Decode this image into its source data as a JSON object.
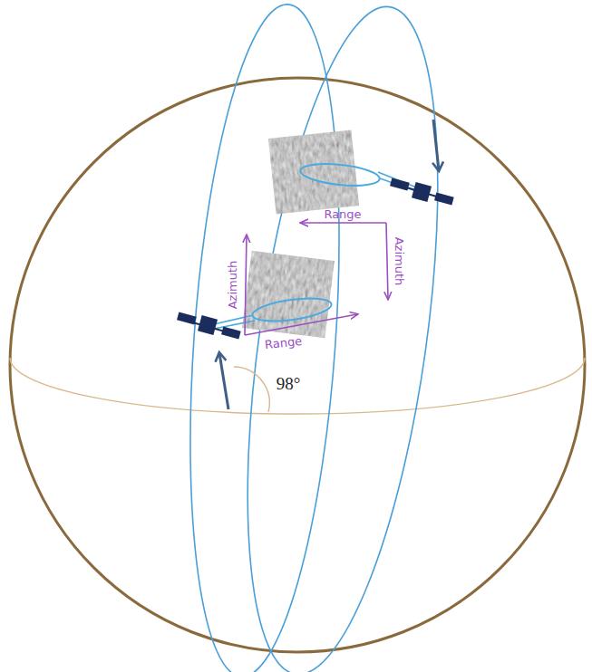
{
  "diagram": {
    "labels": [
      "Range",
      "Azimuth",
      "Azimuth",
      "Range",
      "98°"
    ]
  }
}
